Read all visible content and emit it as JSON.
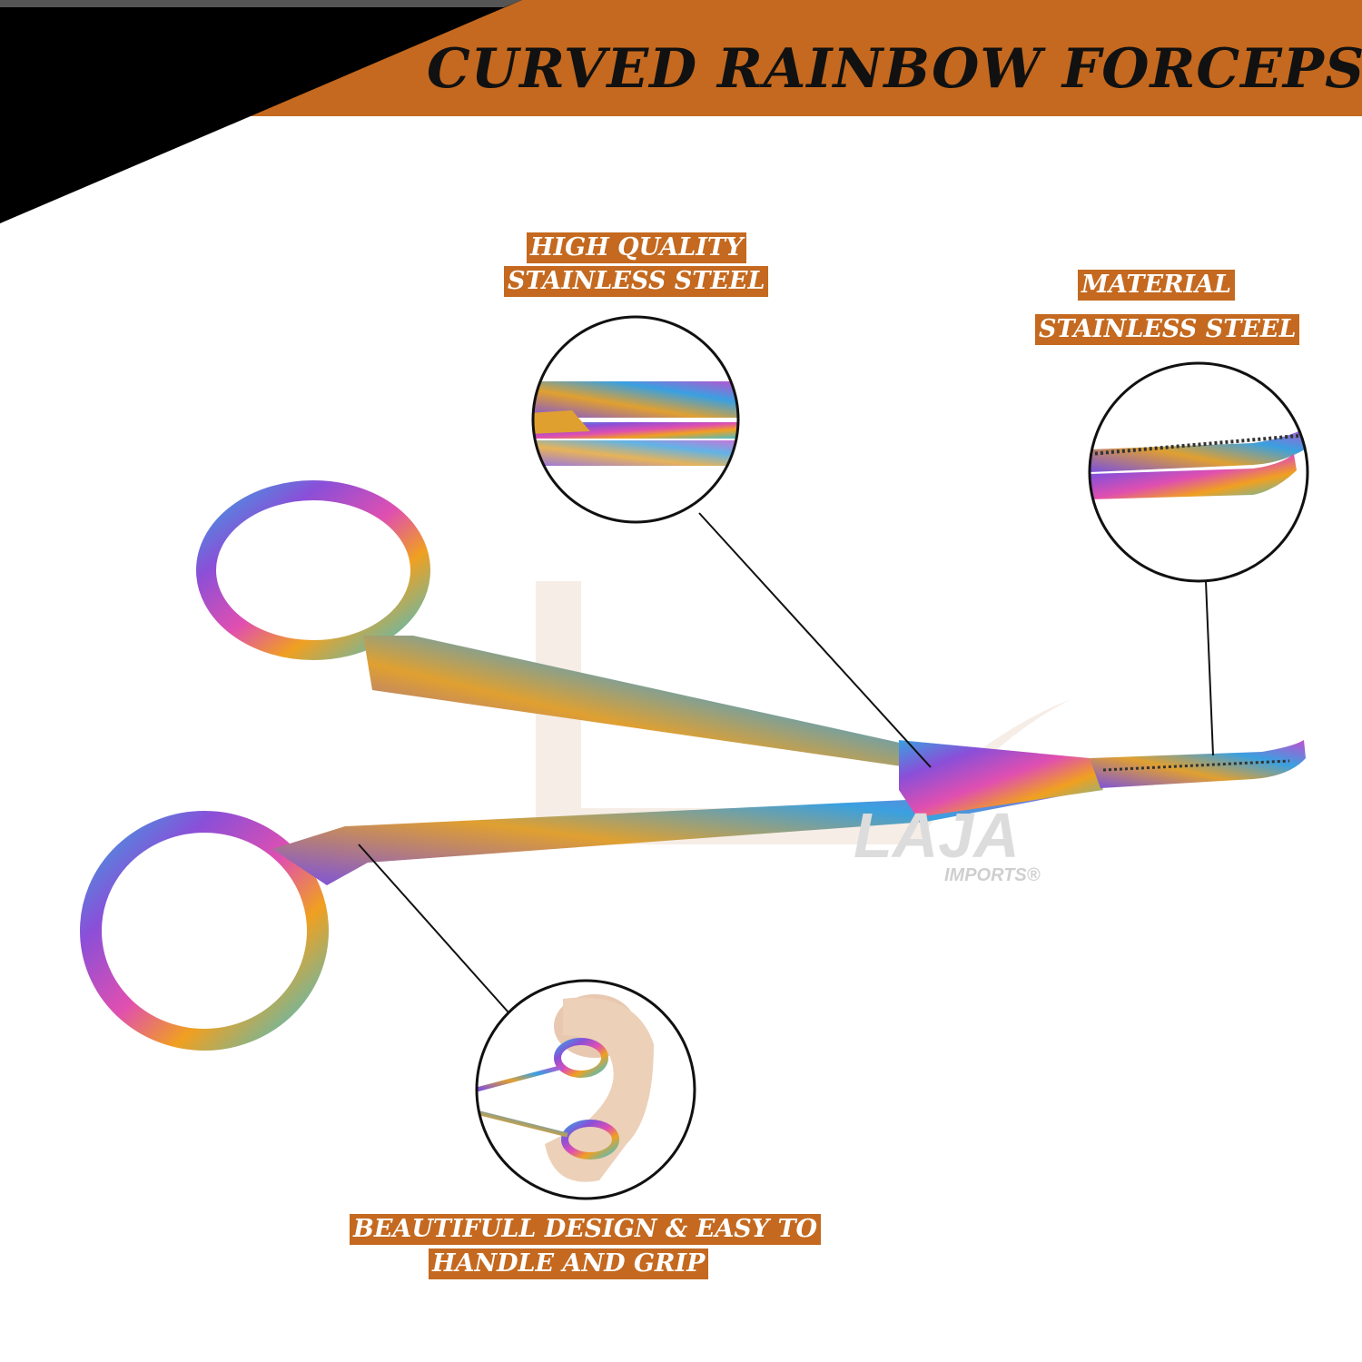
{
  "banner": {
    "title": "CURVED RAINBOW FORCEPS",
    "accent_color": "#c4691f",
    "corner_color": "#000000"
  },
  "callouts": {
    "top_center": {
      "line1": "HIGH QUALITY",
      "line2": "STAINLESS STEEL"
    },
    "top_right": {
      "line1": "MATERIAL",
      "line2": "STAINLESS STEEL"
    },
    "bottom": {
      "line1": "BEAUTIFULL DESIGN & EASY TO",
      "line2": "HANDLE AND GRIP"
    }
  },
  "watermark": {
    "brand": "LAJA",
    "sub": "IMPORTS®"
  },
  "product": {
    "finish_colors": [
      "#3aa0e0",
      "#8a4fd8",
      "#e04fb0",
      "#f0a020",
      "#40c0d0"
    ]
  }
}
